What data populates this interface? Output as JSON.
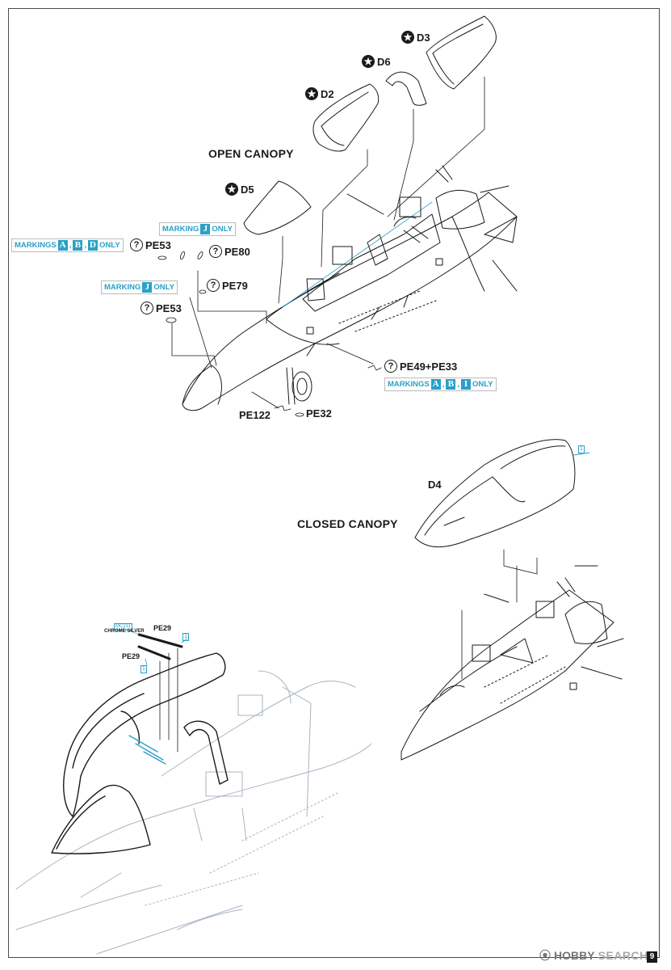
{
  "headings": {
    "open_canopy": "OPEN CANOPY",
    "closed_canopy": "CLOSED CANOPY"
  },
  "parts": {
    "d3": "D3",
    "d6": "D6",
    "d2": "D2",
    "d5": "D5",
    "d4": "D4",
    "pe53_upper": "PE53",
    "pe80": "PE80",
    "pe79": "PE79",
    "pe53_lower": "PE53",
    "pe49_pe33": "PE49+PE33",
    "pe122": "PE122",
    "pe32": "PE32",
    "pe29_a": "PE29",
    "pe29_b": "PE29"
  },
  "markings": {
    "j_only_upper": {
      "prefix": "MARKING",
      "letters": [
        "J"
      ],
      "suffix": "ONLY"
    },
    "abd_only": {
      "prefix": "MARKINGS",
      "letters": [
        "A",
        "B",
        "D"
      ],
      "suffix": "ONLY"
    },
    "j_only_lower": {
      "prefix": "MARKING",
      "letters": [
        "J"
      ],
      "suffix": "ONLY"
    },
    "abi_only": {
      "prefix": "MARKINGS",
      "letters": [
        "A",
        "B",
        "I"
      ],
      "suffix": "ONLY"
    }
  },
  "paint": {
    "code": "MC211",
    "name": "CHROME SILVER"
  },
  "callouts": {
    "one_a": "1",
    "one_b": "1",
    "one_c": "1"
  },
  "icons": {
    "filled_star": "star-in-circle-icon",
    "question": "question-circle-icon"
  },
  "colors": {
    "accent": "#2aa0c8",
    "line": "#1a1a1a",
    "ghost": "#a9b4c2"
  },
  "page_number": "9",
  "watermark": {
    "brand": "HOBBY",
    "text": "SEARCH"
  }
}
